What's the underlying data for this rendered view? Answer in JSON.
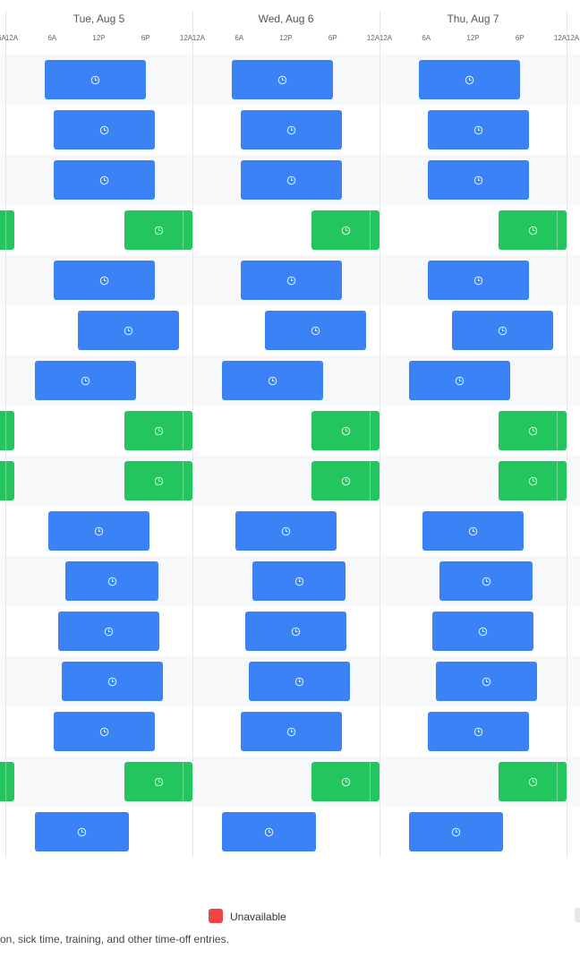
{
  "days": [
    {
      "title": "Tue, Aug 5"
    },
    {
      "title": "Wed, Aug 6"
    },
    {
      "title": "Thu, Aug 7"
    }
  ],
  "hour_labels": [
    "12A",
    "6A",
    "12P",
    "6P",
    "12A"
  ],
  "edge_left_label": "6A",
  "rows": [
    {
      "type": "work",
      "blocks": [
        [
          "5:00",
          "18:00"
        ],
        [
          "5:00",
          "18:00"
        ],
        [
          "5:00",
          "18:00"
        ]
      ]
    },
    {
      "type": "work",
      "blocks": [
        [
          "6:15",
          "19:15"
        ],
        [
          "6:15",
          "19:15"
        ],
        [
          "6:15",
          "19:15"
        ]
      ]
    },
    {
      "type": "work",
      "blocks": [
        [
          "6:15",
          "19:15"
        ],
        [
          "6:15",
          "19:15"
        ],
        [
          "6:15",
          "19:15"
        ]
      ]
    },
    {
      "type": "night",
      "blocks": [
        [
          "15:15",
          "24:00"
        ],
        [
          "15:15",
          "24:00"
        ],
        [
          "15:15",
          "24:00"
        ]
      ]
    },
    {
      "type": "work",
      "blocks": [
        [
          "6:15",
          "19:15"
        ],
        [
          "6:15",
          "19:15"
        ],
        [
          "6:15",
          "19:15"
        ]
      ]
    },
    {
      "type": "work",
      "blocks": [
        [
          "9:15",
          "22:15"
        ],
        [
          "9:15",
          "22:15"
        ],
        [
          "9:15",
          "22:15"
        ]
      ]
    },
    {
      "type": "work",
      "blocks": [
        [
          "3:45",
          "16:45"
        ],
        [
          "3:45",
          "16:45"
        ],
        [
          "3:45",
          "16:45"
        ]
      ]
    },
    {
      "type": "night",
      "blocks": [
        [
          "15:15",
          "24:00"
        ],
        [
          "15:15",
          "24:00"
        ],
        [
          "15:15",
          "24:00"
        ]
      ]
    },
    {
      "type": "night",
      "blocks": [
        [
          "15:15",
          "24:00"
        ],
        [
          "15:15",
          "24:00"
        ],
        [
          "15:15",
          "24:00"
        ]
      ]
    },
    {
      "type": "work",
      "blocks": [
        [
          "5:30",
          "18:30"
        ],
        [
          "5:30",
          "18:30"
        ],
        [
          "5:30",
          "18:30"
        ]
      ]
    },
    {
      "type": "work",
      "blocks": [
        [
          "7:45",
          "19:45"
        ],
        [
          "7:45",
          "19:45"
        ],
        [
          "7:45",
          "19:45"
        ]
      ]
    },
    {
      "type": "work",
      "blocks": [
        [
          "6:45",
          "19:45"
        ],
        [
          "6:45",
          "19:45"
        ],
        [
          "6:45",
          "19:45"
        ]
      ]
    },
    {
      "type": "work",
      "blocks": [
        [
          "7:15",
          "20:15"
        ],
        [
          "7:15",
          "20:15"
        ],
        [
          "7:15",
          "20:15"
        ]
      ]
    },
    {
      "type": "work",
      "blocks": [
        [
          "6:15",
          "19:15"
        ],
        [
          "6:15",
          "19:15"
        ],
        [
          "6:15",
          "19:15"
        ]
      ]
    },
    {
      "type": "night",
      "blocks": [
        [
          "15:15",
          "24:00"
        ],
        [
          "15:15",
          "24:00"
        ],
        [
          "15:15",
          "24:00"
        ]
      ]
    },
    {
      "type": "work",
      "blocks": [
        [
          "3:45",
          "15:45"
        ],
        [
          "3:45",
          "15:45"
        ],
        [
          "3:45",
          "15:45"
        ]
      ]
    }
  ],
  "colors": {
    "work": "#3b82f6",
    "night": "#22c55e",
    "unavailable": "#ef4444"
  },
  "legend": {
    "unavailable_label": "Unavailable"
  },
  "footnote": "on, sick time, training, and other time-off entries."
}
